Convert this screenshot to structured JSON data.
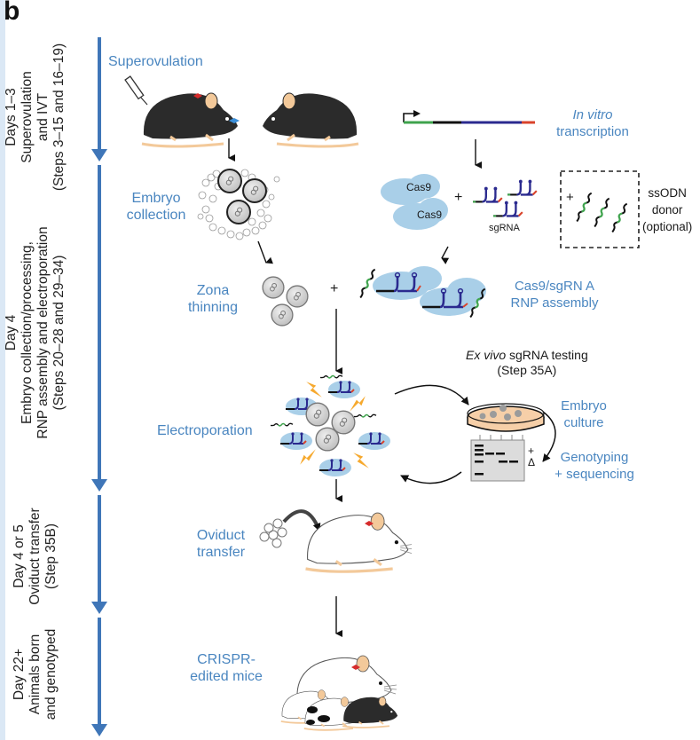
{
  "panel": {
    "letter": "b"
  },
  "colors": {
    "accent_blue": "#4a86c0",
    "timeline_blue": "#3f76b8",
    "cas9_blue": "#a9cfe8",
    "sgrna_navy": "#2b2a8f",
    "dna_green": "#3fa34d",
    "dna_red": "#d9432b",
    "mouse_black": "#2b2b2b",
    "mouse_tan": "#f3c99a",
    "bow_red": "#d62b2b",
    "bow_blue": "#3b8fd9",
    "bolt_orange": "#f39c2a"
  },
  "timeline": {
    "phases": [
      {
        "lines": [
          "Days 1–3",
          "Superovulation",
          "and IVT",
          "(Steps 3–15 and 16–19)"
        ]
      },
      {
        "lines": [
          "Day 4",
          "Embryo collection/processing,",
          "RNP assembly and electroporation",
          "(Steps 20–28 and 29–34)"
        ]
      },
      {
        "lines": [
          "Day 4 or 5",
          "Oviduct transfer",
          "(Step 35B)"
        ]
      },
      {
        "lines": [
          "Day 22+",
          "Animals born",
          "and genotyped"
        ]
      }
    ]
  },
  "steps": {
    "superovulation": "Superovulation",
    "embryo_collection": [
      "Embryo",
      "collection"
    ],
    "zona_thinning": [
      "Zona",
      "thinning"
    ],
    "electroporation": "Electroporation",
    "oviduct_transfer": [
      "Oviduct",
      "transfer"
    ],
    "crispr_mice": [
      "CRISPR-",
      "edited mice"
    ],
    "in_vitro": [
      "In vitro",
      "transcription"
    ],
    "rnp_assembly": [
      "Cas9/sgRN A",
      "RNP assembly"
    ],
    "embryo_culture": [
      "Embryo",
      "culture"
    ],
    "genotyping": [
      "Genotyping",
      "+ sequencing"
    ]
  },
  "reagents": {
    "cas9_a": "Cas9",
    "cas9_b": "Cas9",
    "sgrna": "sgRNA",
    "plus": "+",
    "ssodn": [
      "ssODN",
      "donor",
      "(optional)"
    ]
  },
  "ex_vivo": {
    "title_italic": "Ex vivo",
    "title_rest": " sgRNA testing",
    "step": "(Step 35A)"
  },
  "gel": {
    "plus_label": "+",
    "delta_label": "Δ"
  }
}
